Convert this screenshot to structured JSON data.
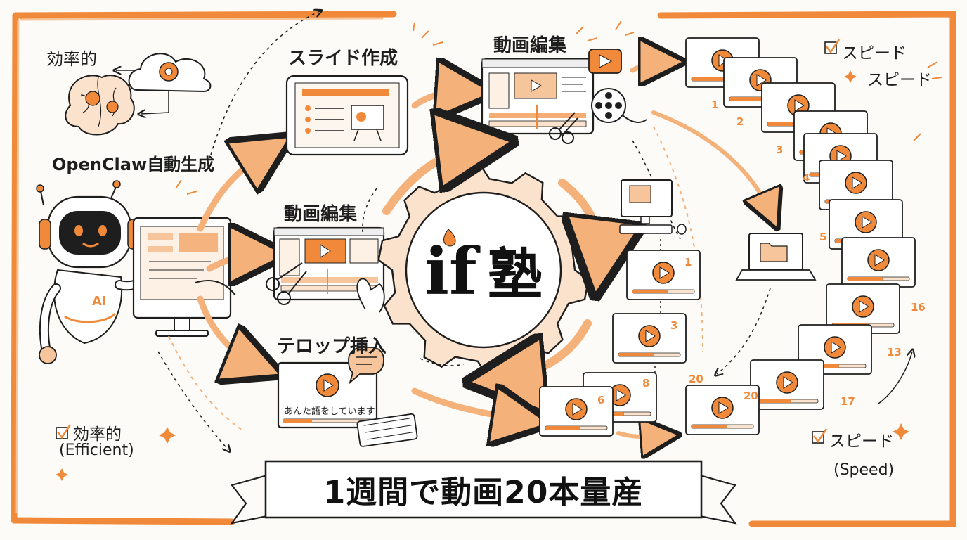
{
  "labels": {
    "efficient_top": "効率的",
    "openclaw": "OpenClaw自動生成",
    "ai_badge": "AI",
    "slide_create": "スライド作成",
    "video_edit_top": "動画編集",
    "video_edit_mid": "動画編集",
    "telop_insert": "テロップ挿入",
    "telop_caption": "あんた語をしています",
    "speed_top_1": "スピード",
    "speed_top_2": "スピード",
    "efficient_check": "効率的",
    "efficient_en": "(Efficient)",
    "speed_check": "スピード",
    "speed_en": "(Speed)"
  },
  "logo": {
    "latin": "if",
    "kanji": "塾",
    "accent_color": "#f08a3a"
  },
  "banner": {
    "text": "1週間で動画20本量産"
  },
  "counters": [
    "1",
    "2",
    "3",
    "4",
    "5",
    "16",
    "13",
    "17",
    "20",
    "20",
    "1",
    "3",
    "8",
    "6"
  ],
  "icons": [
    "cloud-gear-icon",
    "brain-gear-icon",
    "robot-icon",
    "monitor-icon",
    "tablet-slide-icon",
    "video-editor-icon",
    "film-reel-icon",
    "scissors-icon",
    "keyboard-icon",
    "speech-bubble-icon",
    "laptop-folder-icon",
    "desktop-computer-icon",
    "play-icon",
    "checkbox-icon",
    "sparkle-icon"
  ],
  "colors": {
    "accent": "#f08a3a",
    "accent_light": "#f6c59b",
    "accent_pale": "#fbe2cc",
    "ink": "#1e1e1e",
    "paper": "#fdfbf7"
  }
}
